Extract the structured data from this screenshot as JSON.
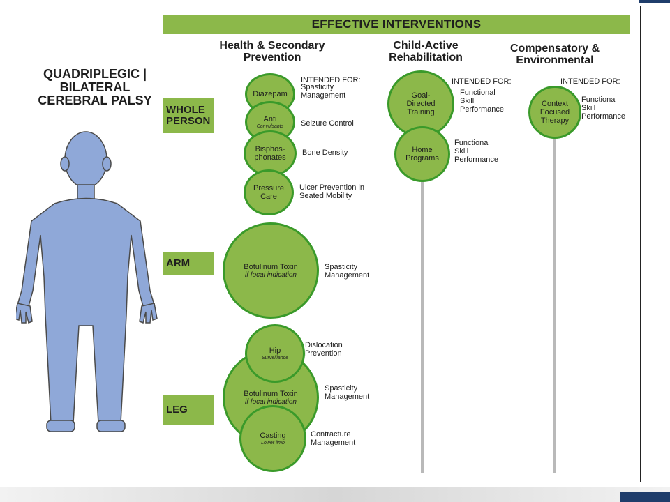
{
  "banner": "EFFECTIVE INTERVENTIONS",
  "title": "QUADRIPLEGIC |\nBILATERAL\nCEREBRAL PALSY",
  "columns": {
    "health": "Health & Secondary\nPrevention",
    "child": "Child-Active\nRehabilitation",
    "comp": "Compensatory &\nEnvironmental"
  },
  "rows": {
    "whole": "WHOLE\nPERSON",
    "arm": "ARM",
    "leg": "LEG"
  },
  "intended_for": "INTENDED FOR:",
  "interventions": {
    "diazepam": {
      "label": "Diazepam",
      "note": "Spasticity\nManagement"
    },
    "anticonvulsants": {
      "label": "Anti",
      "sub": "Convulsants",
      "note": "Seizure Control"
    },
    "bisphosphonates": {
      "label": "Bisphos-\nphonates",
      "note": "Bone Density"
    },
    "pressure_care": {
      "label": "Pressure\nCare",
      "note": "Ulcer Prevention in\nSeated Mobility"
    },
    "botox_arm": {
      "label": "Botulinum Toxin",
      "sub": "if focal indication",
      "note": "Spasticity\nManagement"
    },
    "hip": {
      "label": "Hip",
      "sub": "Surveillance",
      "note": "Dislocation\nPrevention"
    },
    "botox_leg": {
      "label": "Botulinum Toxin",
      "sub": "if focal indication",
      "note": "Spasticity\nManagement"
    },
    "casting": {
      "label": "Casting",
      "sub": "Lower limb",
      "note": "Contracture\nManagement"
    },
    "goal_directed": {
      "label": "Goal-\nDirected\nTraining",
      "note": "Functional\nSkill\nPerformance"
    },
    "home_programs": {
      "label": "Home\nPrograms",
      "note": "Functional\nSkill\nPerformance"
    },
    "context_focused": {
      "label": "Context\nFocused\nTherapy",
      "note": "Functional\nSkill\nPerformance"
    }
  },
  "colors": {
    "accent": "#8cb84a",
    "border": "#3a9a2a",
    "figure": "#8fa8d8",
    "navy": "#1f3d6b"
  }
}
